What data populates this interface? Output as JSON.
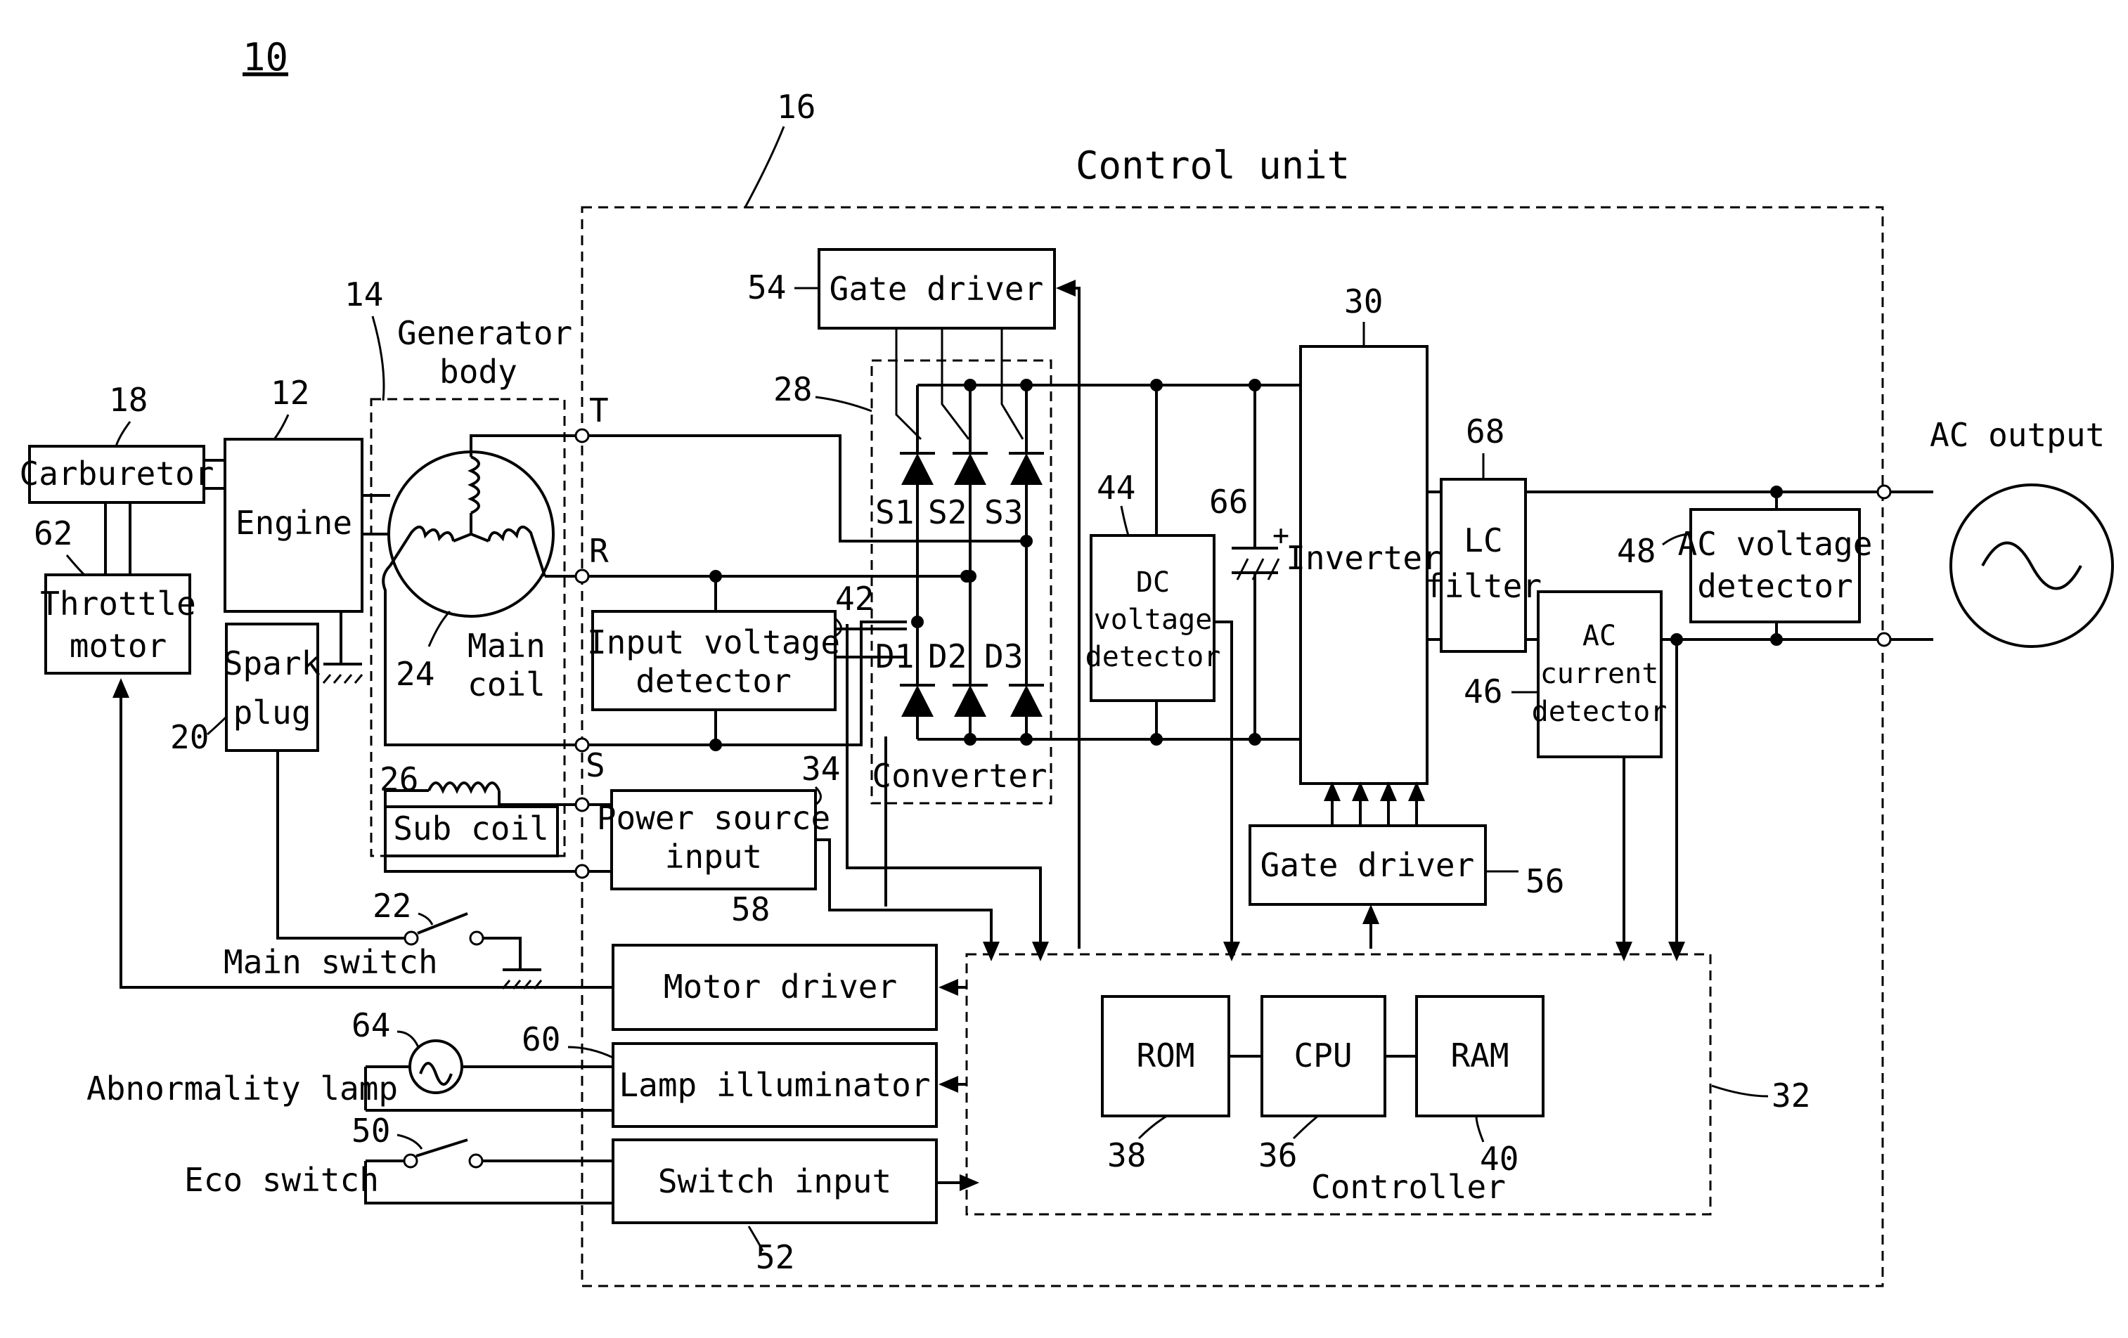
{
  "figure_number": "10",
  "labels": {
    "control_unit": "Control unit",
    "generator_body_1": "Generator",
    "generator_body_2": "body",
    "main_coil_1": "Main",
    "main_coil_2": "coil",
    "sub_coil": "Sub coil",
    "engine": "Engine",
    "carburetor": "Carburetor",
    "throttle_motor_1": "Throttle",
    "throttle_motor_2": "motor",
    "spark_plug_1": "Spark",
    "spark_plug_2": "plug",
    "main_switch": "Main switch",
    "abnormality_lamp": "Abnormality lamp",
    "eco_switch": "Eco switch",
    "gate_driver_top": "Gate driver",
    "gate_driver_bottom": "Gate driver",
    "input_voltage_detector_1": "Input voltage",
    "input_voltage_detector_2": "detector",
    "power_source_input_1": "Power source",
    "power_source_input_2": "input",
    "motor_driver": "Motor driver",
    "lamp_illuminator": "Lamp illuminator",
    "switch_input": "Switch input",
    "converter": "Converter",
    "dc_voltage_detector_1": "DC",
    "dc_voltage_detector_2": "voltage",
    "dc_voltage_detector_3": "detector",
    "inverter": "Inverter",
    "lc_filter_1": "LC",
    "lc_filter_2": "filter",
    "ac_current_detector_1": "AC",
    "ac_current_detector_2": "current",
    "ac_current_detector_3": "detector",
    "ac_voltage_detector_1": "AC voltage",
    "ac_voltage_detector_2": "detector",
    "ac_output": "AC output",
    "rom": "ROM",
    "cpu": "CPU",
    "ram": "RAM",
    "controller": "Controller",
    "terminal_t": "T",
    "terminal_r": "R",
    "terminal_s": "S",
    "cap_plus": "+",
    "s1": "S1",
    "s2": "S2",
    "s3": "S3",
    "d1": "D1",
    "d2": "D2",
    "d3": "D3"
  },
  "reference_numerals": {
    "n12": "12",
    "n14": "14",
    "n16": "16",
    "n18": "18",
    "n20": "20",
    "n22": "22",
    "n24": "24",
    "n26": "26",
    "n28": "28",
    "n30": "30",
    "n32": "32",
    "n34": "34",
    "n36": "36",
    "n38": "38",
    "n40": "40",
    "n42": "42",
    "n44": "44",
    "n46": "46",
    "n48": "48",
    "n50": "50",
    "n52": "52",
    "n54": "54",
    "n56": "56",
    "n58": "58",
    "n60": "60",
    "n62": "62",
    "n64": "64",
    "n66": "66",
    "n68": "68"
  }
}
